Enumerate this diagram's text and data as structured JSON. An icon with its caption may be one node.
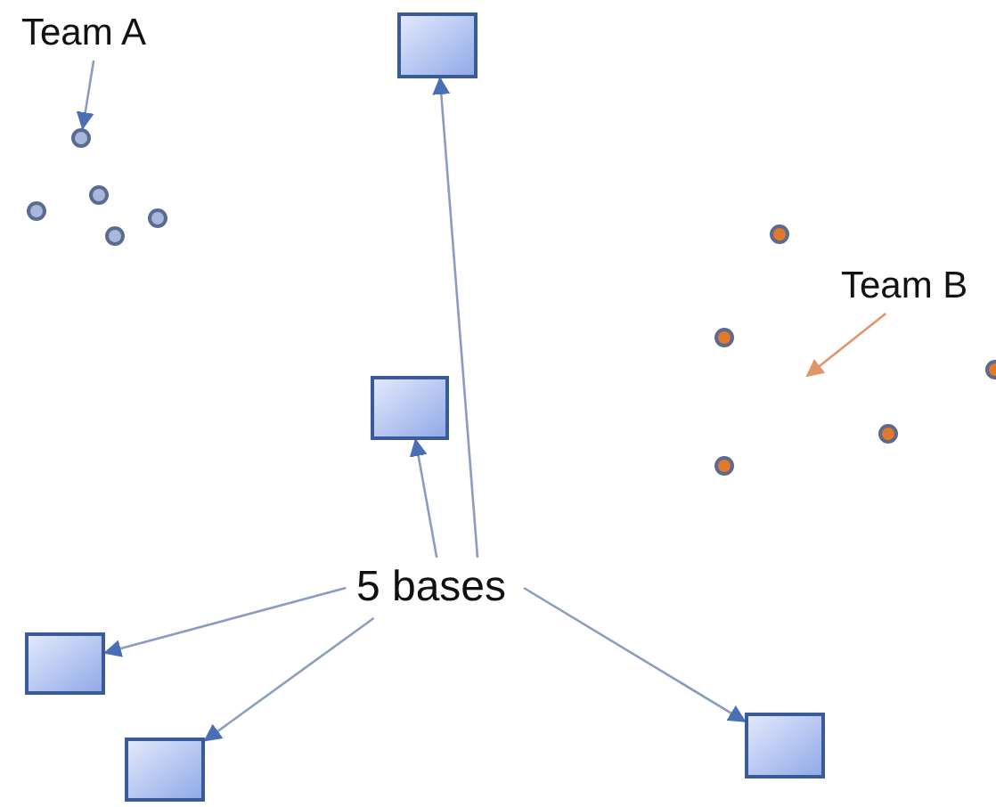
{
  "diagram": {
    "nodes": [
      {
        "text": [
          "Team A"
        ]
      },
      {
        "text": [],
        "shape": "box"
      },
      {
        "text": [],
        "shape": "circle"
      },
      {
        "text": [],
        "shape": "circle"
      },
      {
        "text": [],
        "shape": "circle"
      },
      {
        "text": [],
        "shape": "circle"
      },
      {
        "text": [],
        "shape": "circle"
      },
      {
        "text": [],
        "shape": "circle"
      },
      {
        "text": [
          "Team B"
        ]
      },
      {
        "text": [],
        "shape": "circle"
      },
      {
        "text": [],
        "shape": "circle"
      },
      {
        "text": [],
        "shape": "box"
      },
      {
        "text": [],
        "shape": "circle"
      },
      {
        "text": [],
        "shape": "circle"
      },
      {
        "text": [
          "5 bases"
        ]
      },
      {
        "text": [],
        "shape": "box"
      },
      {
        "text": [],
        "shape": "box"
      },
      {
        "text": [],
        "shape": "box"
      }
    ],
    "edges": [
      {
        "from": 0,
        "to": 2,
        "arrow": "to"
      },
      {
        "from": 8,
        "to": null,
        "arrow": "to",
        "color": "#e0956a"
      },
      {
        "from": 14,
        "to": 1,
        "arrow": "to"
      },
      {
        "from": 14,
        "to": 11,
        "arrow": "to"
      },
      {
        "from": 14,
        "to": 15,
        "arrow": "to"
      },
      {
        "from": 14,
        "to": 17,
        "arrow": "to"
      },
      {
        "from": 14,
        "to": 16,
        "arrow": "to"
      }
    ]
  }
}
